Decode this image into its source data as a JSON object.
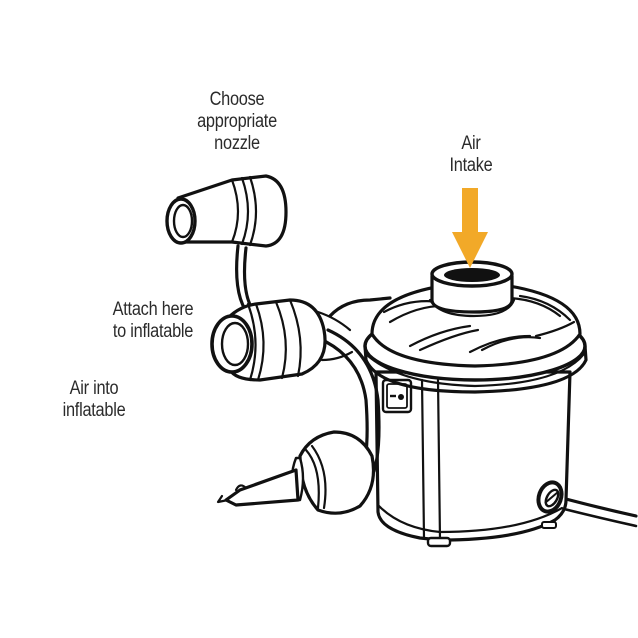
{
  "diagram": {
    "subject": "Electric air pump",
    "accent_color": "#F2A928",
    "line_color": "#111111",
    "background": "#FFFFFF"
  },
  "labels": {
    "nozzle": {
      "lines": [
        "Choose",
        "appropriate",
        "nozzle"
      ]
    },
    "intake": {
      "lines": [
        "Air",
        "Intake"
      ]
    },
    "attach": {
      "lines": [
        "Attach here",
        "to inflatable"
      ]
    },
    "air_into": {
      "lines": [
        "Air into",
        "inflatable"
      ]
    }
  },
  "arrow": {
    "direction": "down",
    "color": "#F2A928",
    "points_to": "air-intake-port"
  }
}
